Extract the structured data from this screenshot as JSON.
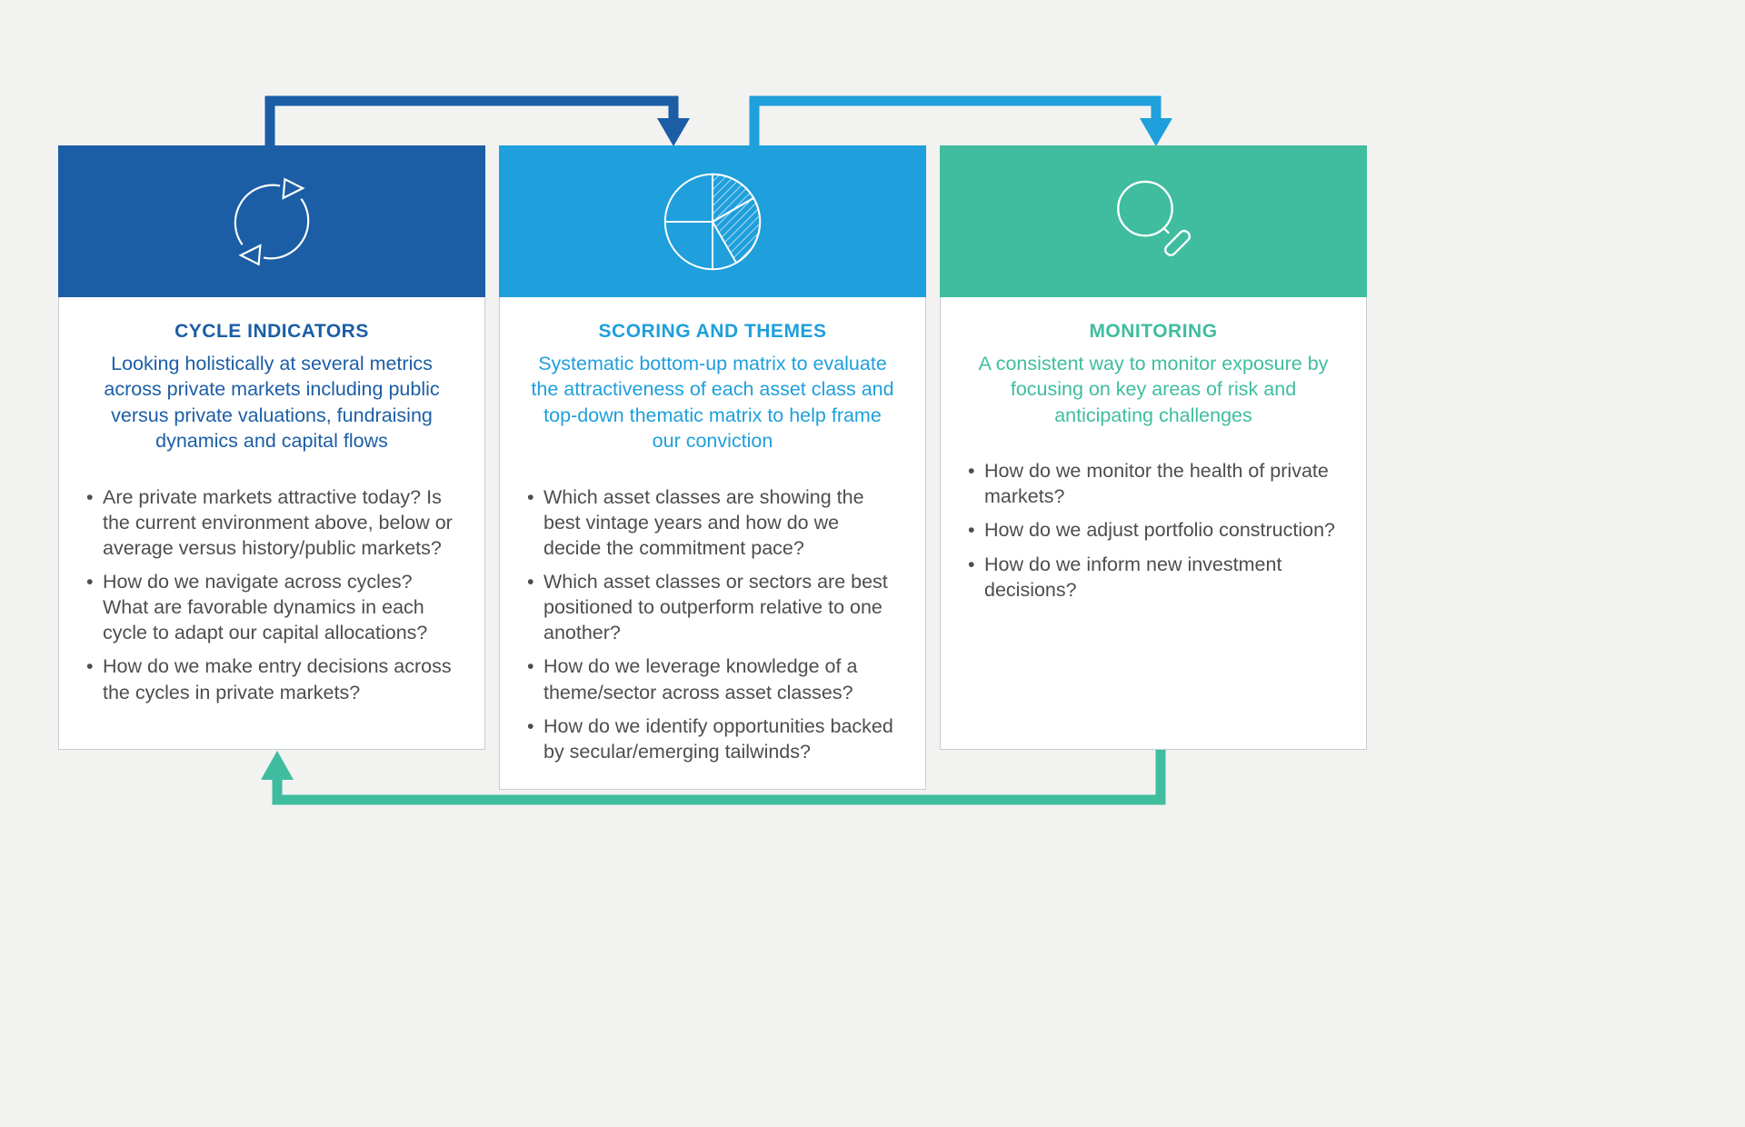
{
  "page": {
    "background_color": "#f2f3f1",
    "body_text_color": "#4b4e50"
  },
  "cards": [
    {
      "icon": "cycle-icon",
      "color": "#1b5ea6",
      "title": "CYCLE INDICATORS",
      "description": "Looking holistically at several metrics across private markets including public versus private valuations, fundraising dynamics and capital flows",
      "bullets": [
        "Are private markets attractive today? Is the current environment above, below or average versus history/public markets?",
        "How do we navigate across cycles? What are favorable dynamics in each cycle to adapt our capital allocations?",
        "How do we make entry decisions across the cycles in private markets?"
      ]
    },
    {
      "icon": "pie-chart-icon",
      "color": "#1f9fdb",
      "title": "SCORING AND THEMES",
      "description": "Systematic bottom-up matrix to evaluate the attractiveness of each asset class and top-down thematic matrix to help frame our conviction",
      "bullets": [
        "Which asset classes are showing the best vintage years and how do we decide the commitment pace?",
        "Which asset classes or sectors are best positioned to outperform relative to one another?",
        "How do we leverage knowledge of a theme/sector across asset classes?",
        "How do we identify opportunities backed by secular/emerging tailwinds?"
      ]
    },
    {
      "icon": "magnifier-icon",
      "color": "#3fbd9e",
      "title": "MONITORING",
      "description": "A consistent way to monitor exposure by focusing on key areas of risk and anticipating challenges",
      "bullets": [
        "How do we monitor the health of private markets?",
        "How do we adjust portfolio construction?",
        "How do we inform new investment decisions?"
      ]
    }
  ],
  "arrows": [
    {
      "name": "cycle-to-scoring-arrow",
      "color": "#1b5ea6"
    },
    {
      "name": "scoring-to-monitoring-arrow",
      "color": "#1f9fdb"
    },
    {
      "name": "monitoring-to-cycle-arrow",
      "color": "#3fbd9e"
    }
  ]
}
